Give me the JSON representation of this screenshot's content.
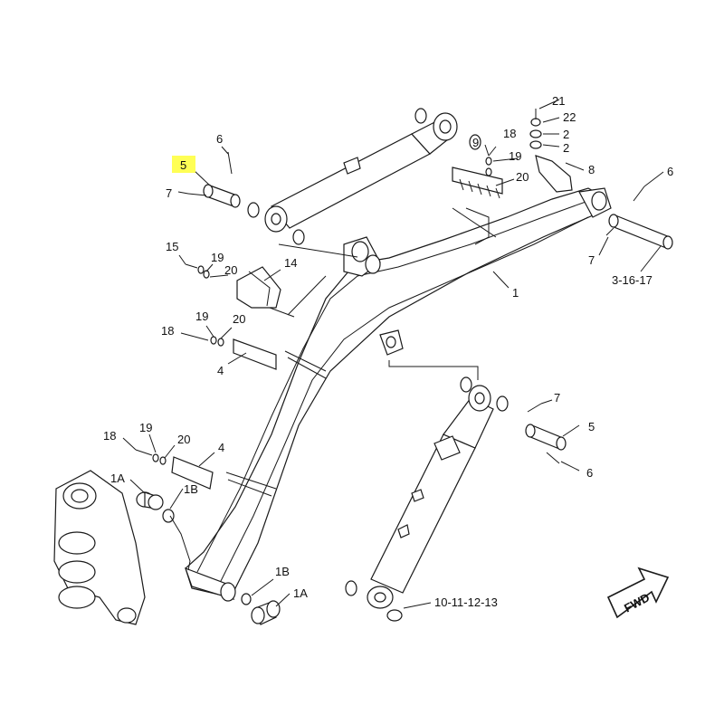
{
  "callouts": {
    "c5_top": "5",
    "c6_top": "6",
    "c7_top": "7",
    "c9": "9",
    "c18_top": "18",
    "c19_top": "19",
    "c20_top": "20",
    "c21": "21",
    "c22": "22",
    "c2a": "2",
    "c2b": "2",
    "c8": "8",
    "c6_right": "6",
    "c7_right": "7",
    "ref_3_16_17": "3-16-17",
    "c1": "1",
    "c15": "15",
    "c19_mid": "19",
    "c20_mid": "20",
    "c14": "14",
    "c18_mid": "18",
    "c19_mid2": "19",
    "c20_mid2": "20",
    "c4_mid": "4",
    "c7_lower": "7",
    "c5_lower": "5",
    "c6_lower": "6",
    "c18_low": "18",
    "c19_low": "19",
    "c20_low": "20",
    "c4_low": "4",
    "c1A_left": "1A",
    "c1B_left": "1B",
    "c1B_bottom": "1B",
    "c1A_bottom": "1A",
    "ref_10_11_12_13": "10-11-12-13",
    "fwd": "FWD"
  },
  "highlight": {
    "color": "#ffff55",
    "part": "5"
  }
}
